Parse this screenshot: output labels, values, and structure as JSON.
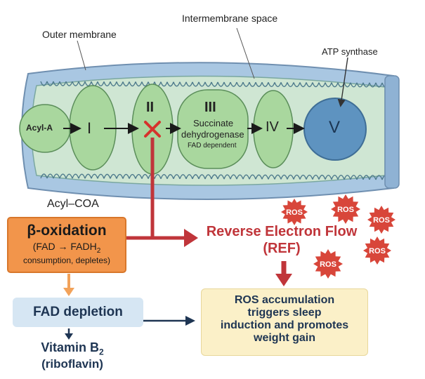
{
  "labels": {
    "outer_membrane": "Outer membrane",
    "intermembrane_space": "Intermembrane space",
    "atp_synthase": "ATP synthase",
    "acyl_coa": "Acyl–COA"
  },
  "complexes": {
    "acyl_a": "Acyl-A",
    "c1": "I",
    "c2": "II",
    "c3": "III",
    "c3_name": "Succinate",
    "c3_name2": "dehydrogenase",
    "c3_note": "FAD dependent",
    "c4": "IV",
    "c5": "V"
  },
  "beta_oxidation": {
    "title": "β-oxidation",
    "line1": "(FAD → FADH",
    "line1_sub": "2",
    "line2": "consumption, depletes)"
  },
  "fad_depletion": "FAD depletion",
  "vitamin": {
    "line1": "Vitamin B",
    "line1_sub": "2",
    "line2": "(riboflavin)"
  },
  "ref": {
    "line1": "Reverse Electron Flow",
    "line2": "(REF)"
  },
  "ros_label": "ROS",
  "ros_box": {
    "line1": "ROS accumulation",
    "line2": "triggers sleep",
    "line3": "induction and promotes",
    "line4": "weight gain"
  },
  "colors": {
    "membrane_blue": "#a9c7e2",
    "matrix_green": "#cfe6d3",
    "complex_green": "#a9d79e",
    "atp_blue": "#5e93c0",
    "orange": "#f2954b",
    "red": "#c0353a",
    "navy": "#1e3553",
    "light_blue_box": "#d6e6f3",
    "cream_box": "#fbf0c8"
  }
}
